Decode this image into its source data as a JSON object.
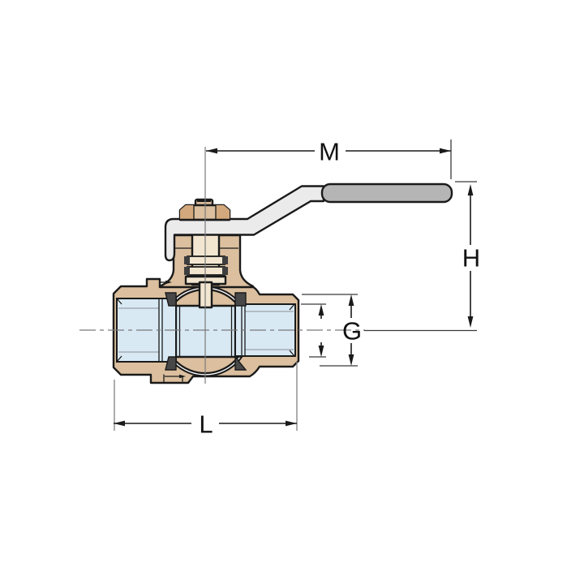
{
  "title": "Ball valve cross-section technical drawing",
  "labels": {
    "M": "M",
    "H": "H",
    "G": "G",
    "L": "L"
  },
  "colors": {
    "body_bronze": "#DBBF9E",
    "body_bronze_dark": "#D2A87C",
    "stem_cream": "#F2E6D1",
    "bore_blue": "#D8E9F4",
    "seat_dark": "#484848",
    "seal_dark": "#3E3E3E",
    "handle_light": "#EBEBEB",
    "handle_grip": "#B5B5B5",
    "outline": "#1A1A1A",
    "background": "#FFFFFF"
  }
}
